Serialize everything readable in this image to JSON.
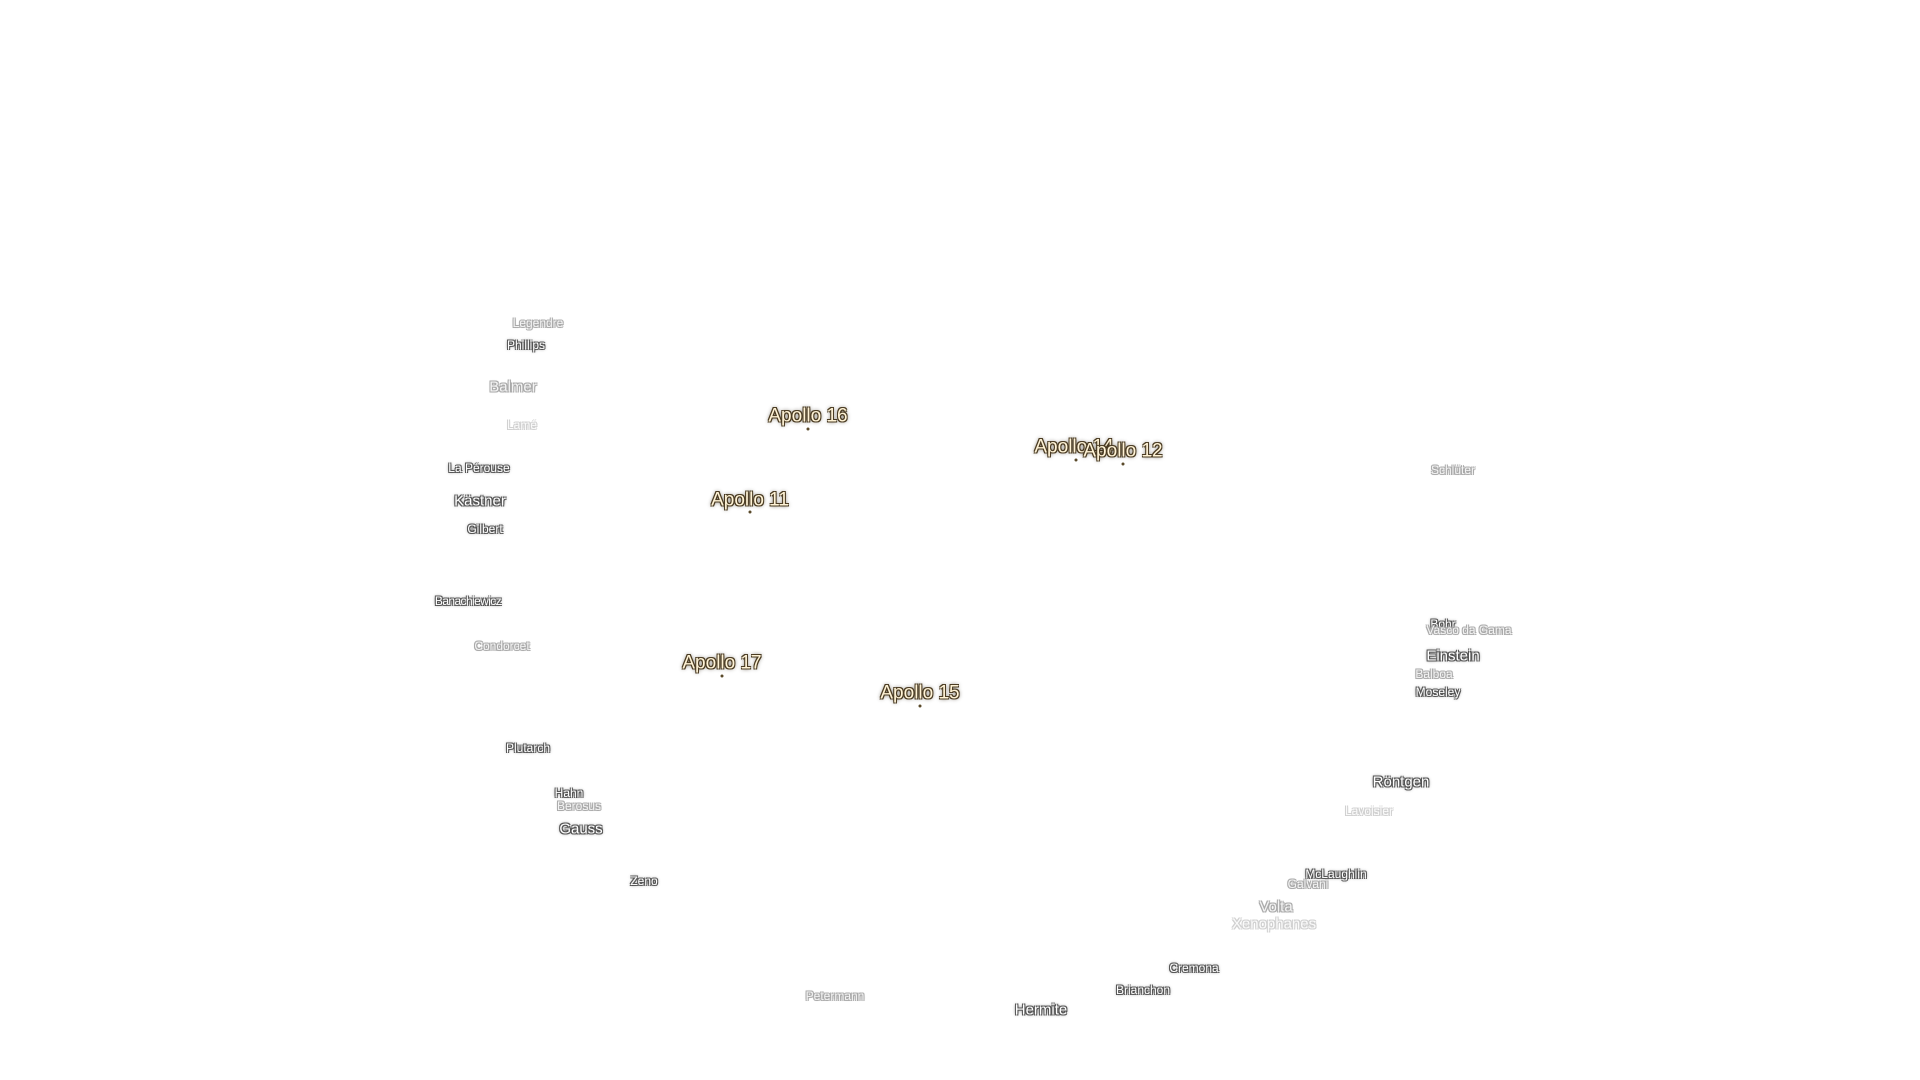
{
  "landing_sites": [
    {
      "id": "apollo-16",
      "label": "Apollo 16"
    },
    {
      "id": "apollo-14",
      "label": "Apollo 14"
    },
    {
      "id": "apollo-12",
      "label": "Apollo 12"
    },
    {
      "id": "apollo-11",
      "label": "Apollo 11"
    },
    {
      "id": "apollo-17",
      "label": "Apollo 17"
    },
    {
      "id": "apollo-15",
      "label": "Apollo 15"
    }
  ],
  "craters": [
    {
      "id": "legendre",
      "label": "Legendre"
    },
    {
      "id": "phillips",
      "label": "Phillips"
    },
    {
      "id": "balmer",
      "label": "Balmer"
    },
    {
      "id": "lame",
      "label": "Lamé"
    },
    {
      "id": "la-perouse",
      "label": "La Pérouse"
    },
    {
      "id": "kastner",
      "label": "Kästner"
    },
    {
      "id": "gilbert",
      "label": "Gilbert"
    },
    {
      "id": "banachiewicz",
      "label": "Banachiewicz"
    },
    {
      "id": "condorcet",
      "label": "Condorcet"
    },
    {
      "id": "plutarch",
      "label": "Plutarch"
    },
    {
      "id": "hahn",
      "label": "Hahn"
    },
    {
      "id": "berosus",
      "label": "Berosus"
    },
    {
      "id": "gauss",
      "label": "Gauss"
    },
    {
      "id": "zeno",
      "label": "Zeno"
    },
    {
      "id": "petermann",
      "label": "Petermann"
    },
    {
      "id": "hermite",
      "label": "Hermite"
    },
    {
      "id": "brianchon",
      "label": "Brianchon"
    },
    {
      "id": "cremona",
      "label": "Cremona"
    },
    {
      "id": "xenophanes",
      "label": "Xenophanes"
    },
    {
      "id": "volta",
      "label": "Volta"
    },
    {
      "id": "galvani",
      "label": "Galvani"
    },
    {
      "id": "mclaughlin",
      "label": "McLaughlin"
    },
    {
      "id": "lavoisier",
      "label": "Lavoisier"
    },
    {
      "id": "rontgen",
      "label": "Röntgen"
    },
    {
      "id": "moseley",
      "label": "Moseley"
    },
    {
      "id": "balboa",
      "label": "Balboa"
    },
    {
      "id": "einstein",
      "label": "Einstein"
    },
    {
      "id": "bohr",
      "label": "Bohr"
    },
    {
      "id": "vasco-da-gama",
      "label": "Vasco da Gama"
    },
    {
      "id": "schluter",
      "label": "Schlüter"
    }
  ]
}
